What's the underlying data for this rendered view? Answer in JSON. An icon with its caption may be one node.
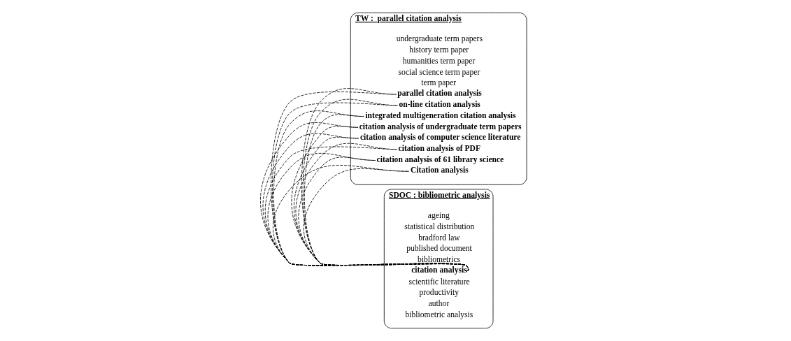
{
  "diagram": {
    "nodes": [
      {
        "text": [
          "SDOC : bibliometric analysis"
        ]
      },
      {
        "text": [
          "bibliometric analysis"
        ],
        "in": 0
      },
      {
        "text": [
          "author"
        ],
        "in": 0
      },
      {
        "text": [
          "productivity"
        ],
        "in": 0
      },
      {
        "text": [
          "scientific literature"
        ],
        "in": 0
      },
      {
        "text": [
          "citation analysis"
        ],
        "in": 0
      },
      {
        "text": [
          "bibliometrics"
        ],
        "in": 0
      },
      {
        "text": [
          "published document"
        ],
        "in": 0
      },
      {
        "text": [
          "bradford law"
        ],
        "in": 0
      },
      {
        "text": [
          "statistical distribution"
        ],
        "in": 0
      },
      {
        "text": [
          "ageing"
        ],
        "in": 0
      },
      {
        "text": [
          "TW :  parallel citation analysis"
        ]
      },
      {
        "text": [
          "Citation analysis"
        ],
        "in": 11
      },
      {
        "text": [
          "citation analysis of 61 library science"
        ],
        "in": 11
      },
      {
        "text": [
          "citation analysis of PDF"
        ],
        "in": 11
      },
      {
        "text": [
          "citation analysis of computer science literature"
        ],
        "in": 11
      },
      {
        "text": [
          "citation analysis of undergraduate term papers"
        ],
        "in": 11
      },
      {
        "text": [
          "integrated multigeneration citation analysis"
        ],
        "in": 11
      },
      {
        "text": [
          "on-line citation analysis"
        ],
        "in": 11
      },
      {
        "text": [
          "parallel citation analysis"
        ],
        "in": 11
      },
      {
        "text": [
          "term paper"
        ],
        "in": 11
      },
      {
        "text": [
          "social science term paper"
        ],
        "in": 11
      },
      {
        "text": [
          "humanities term paper"
        ],
        "in": 11
      },
      {
        "text": [
          "history term paper"
        ],
        "in": 11
      },
      {
        "text": [
          "undergraduate term papers"
        ],
        "in": 11
      }
    ],
    "edges": [
      {
        "from": 5,
        "to": 12,
        "arrow": "none",
        "style": "dashed"
      },
      {
        "from": 5,
        "to": 13,
        "arrow": "none",
        "style": "dashed"
      },
      {
        "from": 5,
        "to": 14,
        "arrow": "none",
        "style": "dashed"
      },
      {
        "from": 5,
        "to": 15,
        "arrow": "none",
        "style": "dashed"
      },
      {
        "from": 5,
        "to": 16,
        "arrow": "none",
        "style": "dashed"
      },
      {
        "from": 5,
        "to": 17,
        "arrow": "none",
        "style": "dashed"
      },
      {
        "from": 5,
        "to": 18,
        "arrow": "none",
        "style": "dashed"
      },
      {
        "from": 5,
        "to": 19,
        "arrow": "none",
        "style": "dashed"
      }
    ]
  }
}
